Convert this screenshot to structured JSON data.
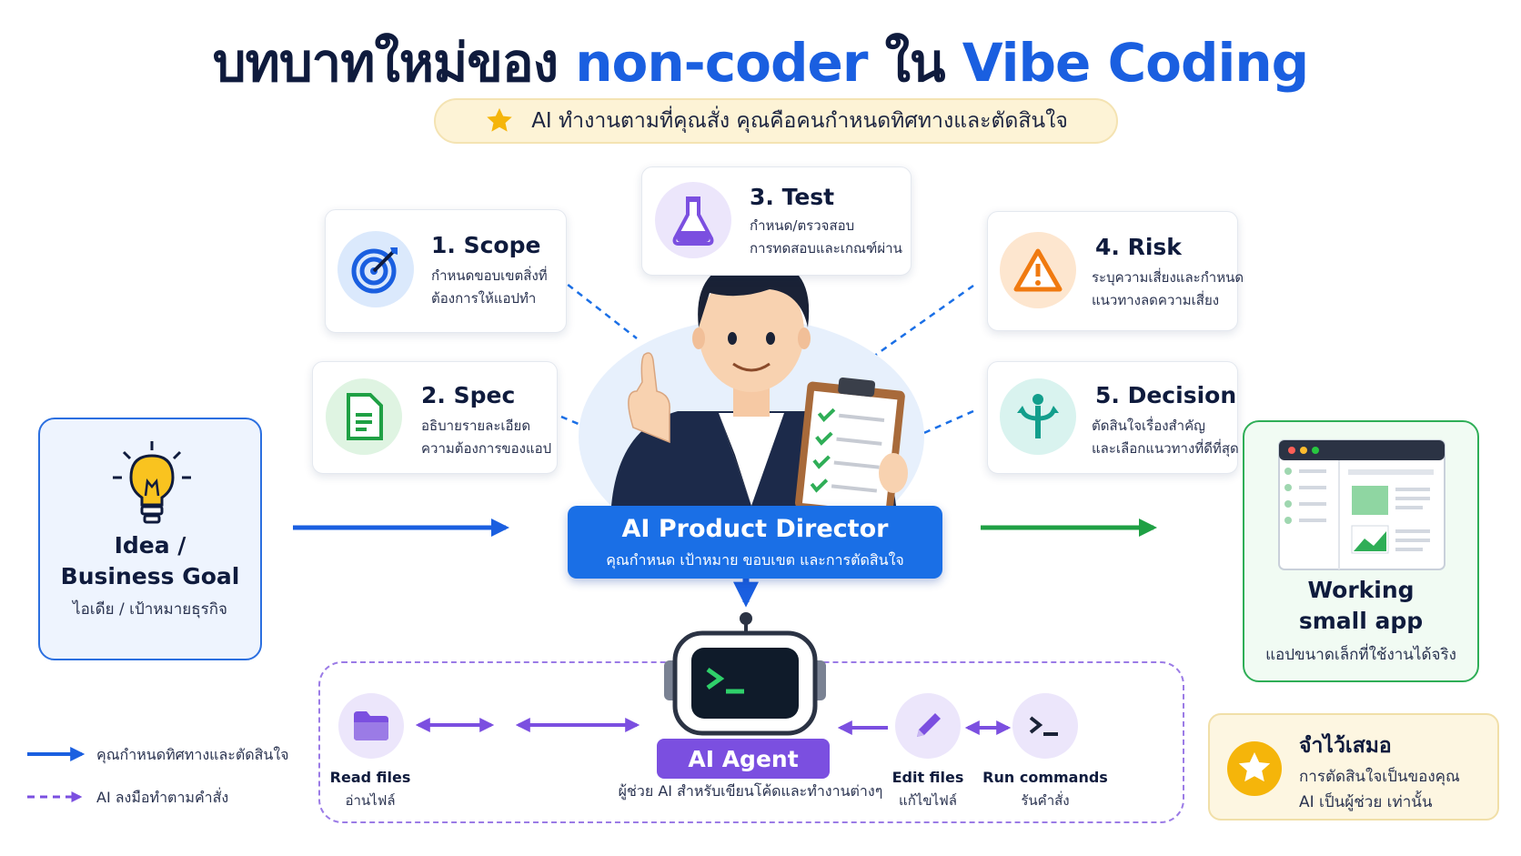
{
  "title": {
    "part1": "บทบาทใหม่ของ ",
    "highlight1": "non-coder",
    "part2": " ใน ",
    "highlight2": "Vibe Coding"
  },
  "subtitle": "AI ทำงานตามที่คุณสั่ง คุณคือคนกำหนดทิศทางและตัดสินใจ",
  "steps": [
    {
      "title": "1. Scope",
      "line1": "กำหนดขอบเขตสิ่งที่",
      "line2": "ต้องการให้แอปทำ",
      "icon": "target-icon"
    },
    {
      "title": "2. Spec",
      "line1": "อธิบายรายละเอียด",
      "line2": "ความต้องการของแอป",
      "icon": "document-icon"
    },
    {
      "title": "3. Test",
      "line1": "กำหนด/ตรวจสอบ",
      "line2": "การทดสอบและเกณฑ์ผ่าน",
      "icon": "flask-icon"
    },
    {
      "title": "4. Risk",
      "line1": "ระบุความเสี่ยงและกำหนด",
      "line2": "แนวทางลดความเสี่ยง",
      "icon": "warning-icon"
    },
    {
      "title": "5. Decision",
      "line1": "ตัดสินใจเรื่องสำคัญ",
      "line2": "และเลือกแนวทางที่ดีที่สุด",
      "icon": "decision-icon"
    }
  ],
  "idea": {
    "line1": "Idea /",
    "line2": "Business Goal",
    "sub": "ไอเดีย / เป้าหมายธุรกิจ"
  },
  "director": {
    "title": "AI Product Director",
    "sub": "คุณกำหนด เป้าหมาย ขอบเขต และการตัดสินใจ"
  },
  "app": {
    "line1": "Working",
    "line2": "small app",
    "sub": "แอปขนาดเล็กที่ใช้งานได้จริง"
  },
  "agent": {
    "title": "AI Agent",
    "sub": "ผู้ช่วย AI สำหรับเขียนโค้ดและทำงานต่างๆ"
  },
  "tools": [
    {
      "title": "Read files",
      "sub": "อ่านไฟล์"
    },
    {
      "title": "Edit files",
      "sub": "แก้ไขไฟล์"
    },
    {
      "title": "Run commands",
      "sub": "รันคำสั่ง"
    }
  ],
  "legend": [
    {
      "text": "คุณกำหนดทิศทางและตัดสินใจ"
    },
    {
      "text": "AI ลงมือทำตามคำสั่ง"
    }
  ],
  "remember": {
    "title": "จำไว้เสมอ",
    "line1": "การตัดสินใจเป็นของคุณ",
    "line2": "AI เป็นผู้ช่วย เท่านั้น"
  },
  "colors": {
    "navy": "#0f1b3d",
    "blue": "#1a5fe0",
    "green": "#2fae57",
    "purple": "#7b4fe0",
    "gold": "#f5b50a"
  }
}
